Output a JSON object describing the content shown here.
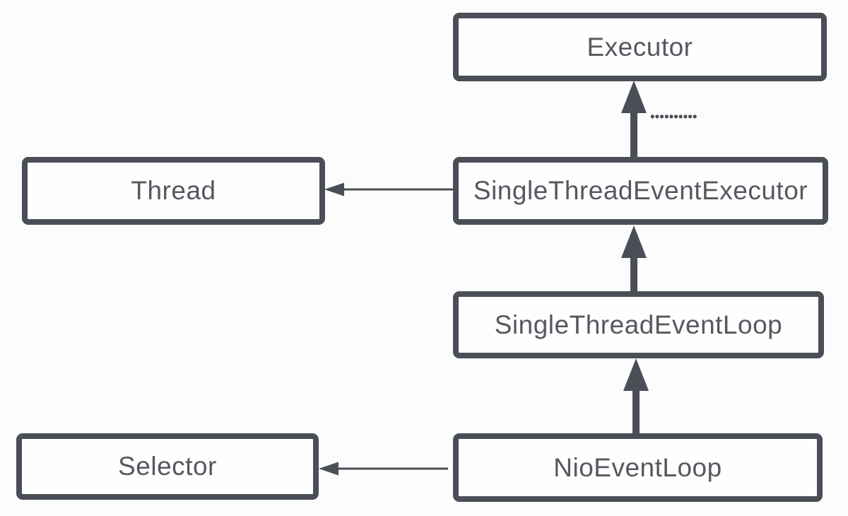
{
  "diagram": {
    "type": "class-hierarchy",
    "subject": "Netty NioEventLoop class hierarchy",
    "colors": {
      "line": "#4a4e56",
      "text": "#55585f",
      "box_fill": "#fefefe",
      "background": "#fcfcfc"
    },
    "nodes": {
      "executor": {
        "label": "Executor"
      },
      "thread": {
        "label": "Thread"
      },
      "single_thread_event_executor": {
        "label": "SingleThreadEventExecutor"
      },
      "single_thread_event_loop": {
        "label": "SingleThreadEventLoop"
      },
      "selector": {
        "label": "Selector"
      },
      "nio_event_loop": {
        "label": "NioEventLoop"
      }
    },
    "annotations": {
      "ellipsis_dots": "••••••••••"
    },
    "relationships": [
      {
        "from": "SingleThreadEventExecutor",
        "to": "Executor",
        "kind": "inheritance-up-arrow with dotted ellipsis (intermediate classes omitted)"
      },
      {
        "from": "SingleThreadEventLoop",
        "to": "SingleThreadEventExecutor",
        "kind": "inheritance-up-arrow"
      },
      {
        "from": "NioEventLoop",
        "to": "SingleThreadEventLoop",
        "kind": "inheritance-up-arrow"
      },
      {
        "from": "SingleThreadEventExecutor",
        "to": "Thread",
        "kind": "reference-left-arrow"
      },
      {
        "from": "NioEventLoop",
        "to": "Selector",
        "kind": "reference-left-arrow"
      }
    ]
  }
}
